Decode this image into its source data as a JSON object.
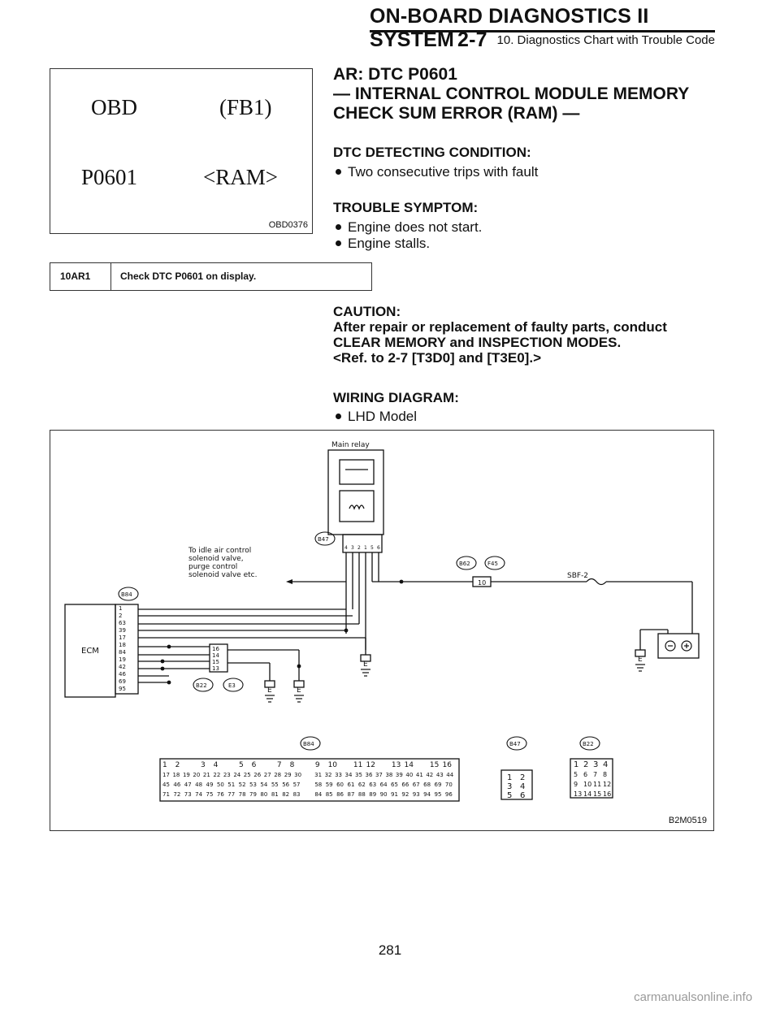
{
  "header": {
    "chapter_title": "ON-BOARD DIAGNOSTICS II SYSTEM",
    "section_no": "2-7",
    "subtitle": "10. Diagnostics Chart with Trouble Code"
  },
  "display_figure": {
    "line1_left": "OBD",
    "line1_right": "(FB1)",
    "line2_left": "P0601",
    "line2_right": "<RAM>",
    "code": "OBD0376"
  },
  "title": {
    "line1": "AR:  DTC P0601",
    "line2": "— INTERNAL CONTROL MODULE MEMORY",
    "line3": "CHECK SUM ERROR (RAM) —"
  },
  "dtc_condition": {
    "label": "DTC DETECTING CONDITION:",
    "items": [
      "Two consecutive trips with fault"
    ]
  },
  "trouble_symptom": {
    "label": "TROUBLE SYMPTOM:",
    "items": [
      "Engine does not start.",
      "Engine stalls."
    ]
  },
  "step": {
    "number": "10AR1",
    "text": "Check DTC P0601 on display."
  },
  "caution": {
    "title": "CAUTION:",
    "line1": "After repair or replacement of faulty parts, conduct",
    "line2": "CLEAR MEMORY and INSPECTION MODES.",
    "line3": "<Ref. to 2-7 [T3D0] and [T3E0].>"
  },
  "wiring": {
    "label": "WIRING DIAGRAM:",
    "items": [
      "LHD Model"
    ]
  },
  "diagram": {
    "code": "B2M0519",
    "main_relay": "Main relay",
    "idle_note": [
      "To idle air control",
      "solenoid valve,",
      "purge control",
      "solenoid valve etc."
    ],
    "ecm": "ECM",
    "fuse": "SBF-2",
    "fuse_no": "10",
    "ground": "E",
    "connectors": {
      "b47": "B47",
      "b62": "B62",
      "f45": "F45",
      "b84": "B84",
      "b22": "B22",
      "e3": "E3"
    },
    "b47_pins": [
      "4",
      "3",
      "2",
      "1",
      "5",
      "6"
    ],
    "ecm_pins": [
      "1",
      "2",
      "63",
      "39",
      "17",
      "18",
      "84",
      "19",
      "42",
      "46",
      "69",
      "95"
    ],
    "b22_pins": [
      "16",
      "14",
      "15",
      "13"
    ],
    "b84_row1": [
      "1",
      "2",
      "",
      "3",
      "4",
      "",
      "5",
      "6",
      "",
      "7",
      "8",
      "",
      "9",
      "10",
      "",
      "11",
      "12",
      "",
      "13",
      "14",
      "",
      "15",
      "16"
    ],
    "b84_row2": [
      "17",
      "18",
      "19",
      "20",
      "21",
      "22",
      "23",
      "24",
      "25",
      "26",
      "27",
      "28",
      "29",
      "30",
      "",
      "31",
      "32",
      "33",
      "34",
      "35",
      "36",
      "37",
      "38",
      "39",
      "40",
      "41",
      "42",
      "43",
      "44"
    ],
    "b84_row3": [
      "45",
      "46",
      "47",
      "48",
      "49",
      "50",
      "51",
      "52",
      "53",
      "54",
      "55",
      "56",
      "57",
      "",
      "58",
      "59",
      "60",
      "61",
      "62",
      "63",
      "64",
      "65",
      "66",
      "67",
      "68",
      "69",
      "70"
    ],
    "b84_row4": [
      "71",
      "72",
      "73",
      "74",
      "75",
      "76",
      "77",
      "78",
      "79",
      "80",
      "81",
      "82",
      "83",
      "",
      "84",
      "85",
      "86",
      "87",
      "88",
      "89",
      "90",
      "91",
      "92",
      "93",
      "94",
      "95",
      "96"
    ],
    "b47_face": [
      [
        "1",
        "2"
      ],
      [
        "3",
        "4"
      ],
      [
        "5",
        "6"
      ]
    ],
    "b22_face": [
      [
        "1",
        "2",
        "3",
        "4"
      ],
      [
        "5",
        "6",
        "7",
        "8"
      ],
      [
        "9",
        "10",
        "11",
        "12"
      ],
      [
        "13",
        "14",
        "15",
        "16"
      ]
    ]
  },
  "page_number": "281",
  "watermark": "carmanualsonline.info"
}
